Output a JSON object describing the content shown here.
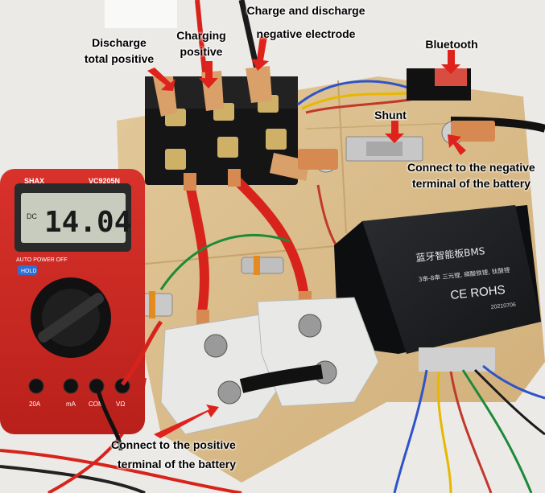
{
  "annotations": {
    "discharge_total_positive": [
      "Discharge",
      "total positive"
    ],
    "charging_positive": [
      "Charging",
      "positive"
    ],
    "charge_discharge_negative": [
      "Charge and discharge",
      "negative electrode"
    ],
    "bluetooth": "Bluetooth",
    "shunt": "Shunt",
    "connect_negative": [
      "Connect to the negative",
      "terminal of the battery"
    ],
    "connect_positive": [
      "Connect to the positive",
      "terminal of the battery"
    ]
  },
  "multimeter": {
    "brand": "SHAX",
    "model": "VC9205N",
    "reading": "14.04",
    "mode": "DC",
    "auto_power_off": "AUTO POWER OFF",
    "hold": "HOLD",
    "jack_labels": [
      "20A",
      "mA",
      "COM",
      "VΩ"
    ]
  },
  "bms": {
    "title": "蓝牙智能板BMS",
    "subtitle": "3串-8串 三元锂, 磷酸铁锂, 钛酸锂",
    "marks": "CE ROHS",
    "date": "20210706"
  },
  "colors": {
    "arrow": "#e0221c",
    "wire_red": "#d8231c",
    "copper": "#d68a52"
  }
}
